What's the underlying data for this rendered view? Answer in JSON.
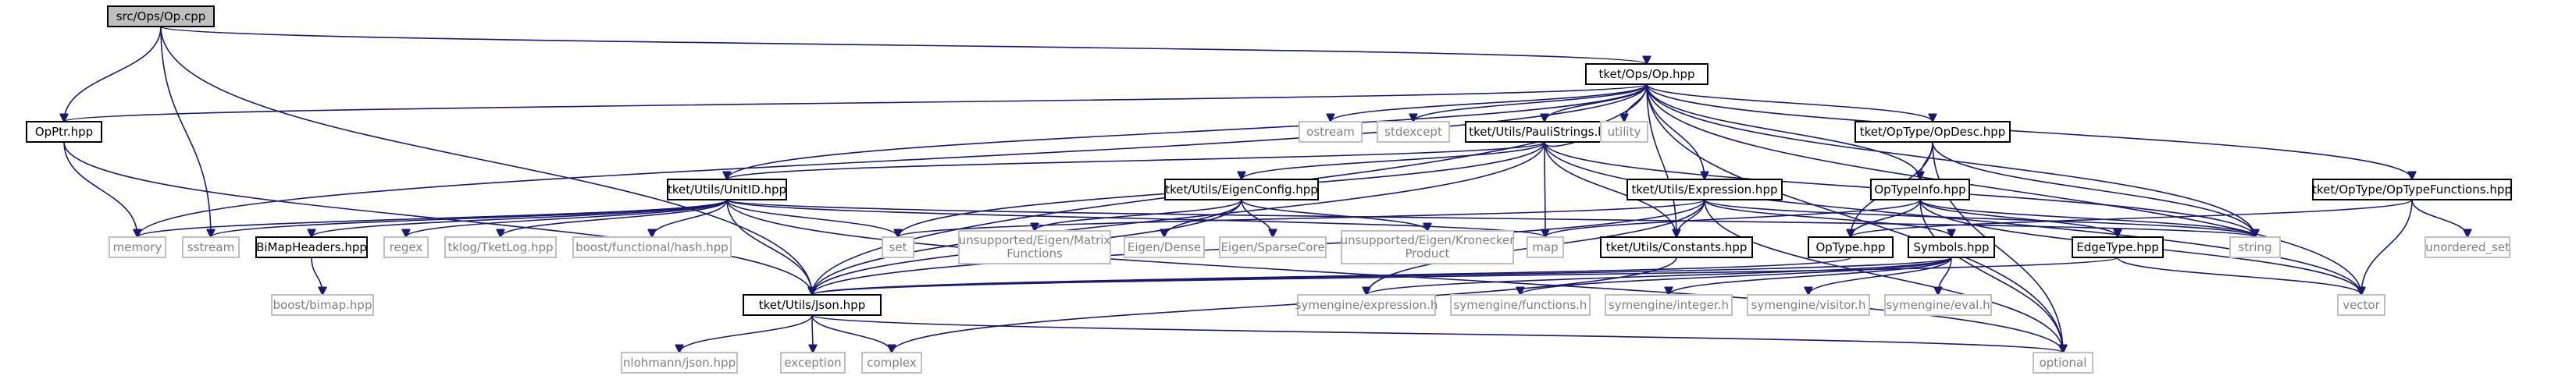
{
  "nodes": [
    {
      "id": "root",
      "label": "src/Ops/Op.cpp",
      "kind": "root"
    },
    {
      "id": "ophpp",
      "label": "tket/Ops/Op.hpp",
      "kind": "proj"
    },
    {
      "id": "opptr",
      "label": "OpPtr.hpp",
      "kind": "proj"
    },
    {
      "id": "ostream",
      "label": "ostream",
      "kind": "ext"
    },
    {
      "id": "stdexcept",
      "label": "stdexcept",
      "kind": "ext"
    },
    {
      "id": "pauli",
      "label": "tket/Utils/PauliStrings.hpp",
      "kind": "proj"
    },
    {
      "id": "opdesc",
      "label": "tket/OpType/OpDesc.hpp",
      "kind": "proj"
    },
    {
      "id": "unitid",
      "label": "tket/Utils/UnitID.hpp",
      "kind": "proj"
    },
    {
      "id": "eigencfg",
      "label": "tket/Utils/EigenConfig.hpp",
      "kind": "proj"
    },
    {
      "id": "utility",
      "label": "utility",
      "kind": "ext"
    },
    {
      "id": "expression",
      "label": "tket/Utils/Expression.hpp",
      "kind": "proj"
    },
    {
      "id": "optypeinfo",
      "label": "OpTypeInfo.hpp",
      "kind": "proj"
    },
    {
      "id": "optypefn",
      "label": "tket/OpType/OpTypeFunctions.hpp",
      "kind": "proj"
    },
    {
      "id": "memory",
      "label": "memory",
      "kind": "ext"
    },
    {
      "id": "sstream",
      "label": "sstream",
      "kind": "ext"
    },
    {
      "id": "bimaph",
      "label": "BiMapHeaders.hpp",
      "kind": "proj"
    },
    {
      "id": "regex",
      "label": "regex",
      "kind": "ext"
    },
    {
      "id": "tketlog",
      "label": "tklog/TketLog.hpp",
      "kind": "ext"
    },
    {
      "id": "boosthash",
      "label": "boost/functional/hash.hpp",
      "kind": "ext"
    },
    {
      "id": "set",
      "label": "set",
      "kind": "ext"
    },
    {
      "id": "unsupmat",
      "label": "unsupported/Eigen/Matrix\nFunctions",
      "kind": "ext"
    },
    {
      "id": "eigendense",
      "label": "Eigen/Dense",
      "kind": "ext"
    },
    {
      "id": "eigensparse",
      "label": "Eigen/SparseCore",
      "kind": "ext"
    },
    {
      "id": "unsupkron",
      "label": "unsupported/Eigen/Kronecker\nProduct",
      "kind": "ext"
    },
    {
      "id": "map",
      "label": "map",
      "kind": "ext"
    },
    {
      "id": "constants",
      "label": "tket/Utils/Constants.hpp",
      "kind": "proj"
    },
    {
      "id": "optype",
      "label": "OpType.hpp",
      "kind": "proj"
    },
    {
      "id": "symbols",
      "label": "Symbols.hpp",
      "kind": "proj"
    },
    {
      "id": "edgetype",
      "label": "EdgeType.hpp",
      "kind": "proj"
    },
    {
      "id": "string",
      "label": "string",
      "kind": "ext"
    },
    {
      "id": "vector",
      "label": "vector",
      "kind": "ext"
    },
    {
      "id": "unordset",
      "label": "unordered_set",
      "kind": "ext"
    },
    {
      "id": "bimap",
      "label": "boost/bimap.hpp",
      "kind": "ext"
    },
    {
      "id": "json",
      "label": "tket/Utils/Json.hpp",
      "kind": "proj"
    },
    {
      "id": "symexpr",
      "label": "symengine/expression.h",
      "kind": "ext"
    },
    {
      "id": "symfunc",
      "label": "symengine/functions.h",
      "kind": "ext"
    },
    {
      "id": "symint",
      "label": "symengine/integer.h",
      "kind": "ext"
    },
    {
      "id": "symvis",
      "label": "symengine/visitor.h",
      "kind": "ext"
    },
    {
      "id": "symeval",
      "label": "symengine/eval.h",
      "kind": "ext"
    },
    {
      "id": "nlohmann",
      "label": "nlohmann/json.hpp",
      "kind": "ext"
    },
    {
      "id": "exception",
      "label": "exception",
      "kind": "ext"
    },
    {
      "id": "complex",
      "label": "complex",
      "kind": "ext"
    },
    {
      "id": "optional",
      "label": "optional",
      "kind": "ext"
    }
  ],
  "edges": [
    [
      "root",
      "ophpp"
    ],
    [
      "root",
      "opptr"
    ],
    [
      "root",
      "sstream"
    ],
    [
      "root",
      "json"
    ],
    [
      "ophpp",
      "opptr"
    ],
    [
      "ophpp",
      "ostream"
    ],
    [
      "ophpp",
      "stdexcept"
    ],
    [
      "ophpp",
      "pauli"
    ],
    [
      "ophpp",
      "opdesc"
    ],
    [
      "ophpp",
      "unitid"
    ],
    [
      "ophpp",
      "utility"
    ],
    [
      "ophpp",
      "expression"
    ],
    [
      "ophpp",
      "optypeinfo"
    ],
    [
      "ophpp",
      "optypefn"
    ],
    [
      "ophpp",
      "memory"
    ],
    [
      "ophpp",
      "constants"
    ],
    [
      "ophpp",
      "json"
    ],
    [
      "ophpp",
      "string"
    ],
    [
      "ophpp",
      "vector"
    ],
    [
      "ophpp",
      "optional"
    ],
    [
      "opptr",
      "memory"
    ],
    [
      "opptr",
      "json"
    ],
    [
      "pauli",
      "unitid"
    ],
    [
      "pauli",
      "eigencfg"
    ],
    [
      "pauli",
      "utility"
    ],
    [
      "pauli",
      "set"
    ],
    [
      "pauli",
      "map"
    ],
    [
      "pauli",
      "constants"
    ],
    [
      "pauli",
      "json"
    ],
    [
      "pauli",
      "string"
    ],
    [
      "pauli",
      "vector"
    ],
    [
      "opdesc",
      "optypeinfo"
    ],
    [
      "opdesc",
      "optype"
    ],
    [
      "opdesc",
      "string"
    ],
    [
      "opdesc",
      "optional"
    ],
    [
      "unitid",
      "memory"
    ],
    [
      "unitid",
      "sstream"
    ],
    [
      "unitid",
      "bimaph"
    ],
    [
      "unitid",
      "regex"
    ],
    [
      "unitid",
      "tketlog"
    ],
    [
      "unitid",
      "boosthash"
    ],
    [
      "unitid",
      "set"
    ],
    [
      "unitid",
      "map"
    ],
    [
      "unitid",
      "json"
    ],
    [
      "unitid",
      "string"
    ],
    [
      "unitid",
      "optional"
    ],
    [
      "eigencfg",
      "unsupmat"
    ],
    [
      "eigencfg",
      "eigendense"
    ],
    [
      "eigencfg",
      "eigensparse"
    ],
    [
      "eigencfg",
      "unsupkron"
    ],
    [
      "eigencfg",
      "json"
    ],
    [
      "expression",
      "set"
    ],
    [
      "expression",
      "constants"
    ],
    [
      "expression",
      "symbols"
    ],
    [
      "expression",
      "json"
    ],
    [
      "expression",
      "string"
    ],
    [
      "expression",
      "optional"
    ],
    [
      "expression",
      "symexpr"
    ],
    [
      "optypeinfo",
      "map"
    ],
    [
      "optypeinfo",
      "optype"
    ],
    [
      "optypeinfo",
      "edgetype"
    ],
    [
      "optypeinfo",
      "string"
    ],
    [
      "optypeinfo",
      "vector"
    ],
    [
      "optypeinfo",
      "optional"
    ],
    [
      "optypefn",
      "optype"
    ],
    [
      "optypefn",
      "unordset"
    ],
    [
      "optypefn",
      "vector"
    ],
    [
      "bimaph",
      "bimap"
    ],
    [
      "constants",
      "complex"
    ],
    [
      "optype",
      "json"
    ],
    [
      "symbols",
      "json"
    ],
    [
      "symbols",
      "symexpr"
    ],
    [
      "symbols",
      "symfunc"
    ],
    [
      "symbols",
      "symint"
    ],
    [
      "symbols",
      "symvis"
    ],
    [
      "symbols",
      "symeval"
    ],
    [
      "edgetype",
      "json"
    ],
    [
      "edgetype",
      "vector"
    ],
    [
      "json",
      "nlohmann"
    ],
    [
      "json",
      "exception"
    ],
    [
      "json",
      "complex"
    ],
    [
      "json",
      "optional"
    ]
  ]
}
